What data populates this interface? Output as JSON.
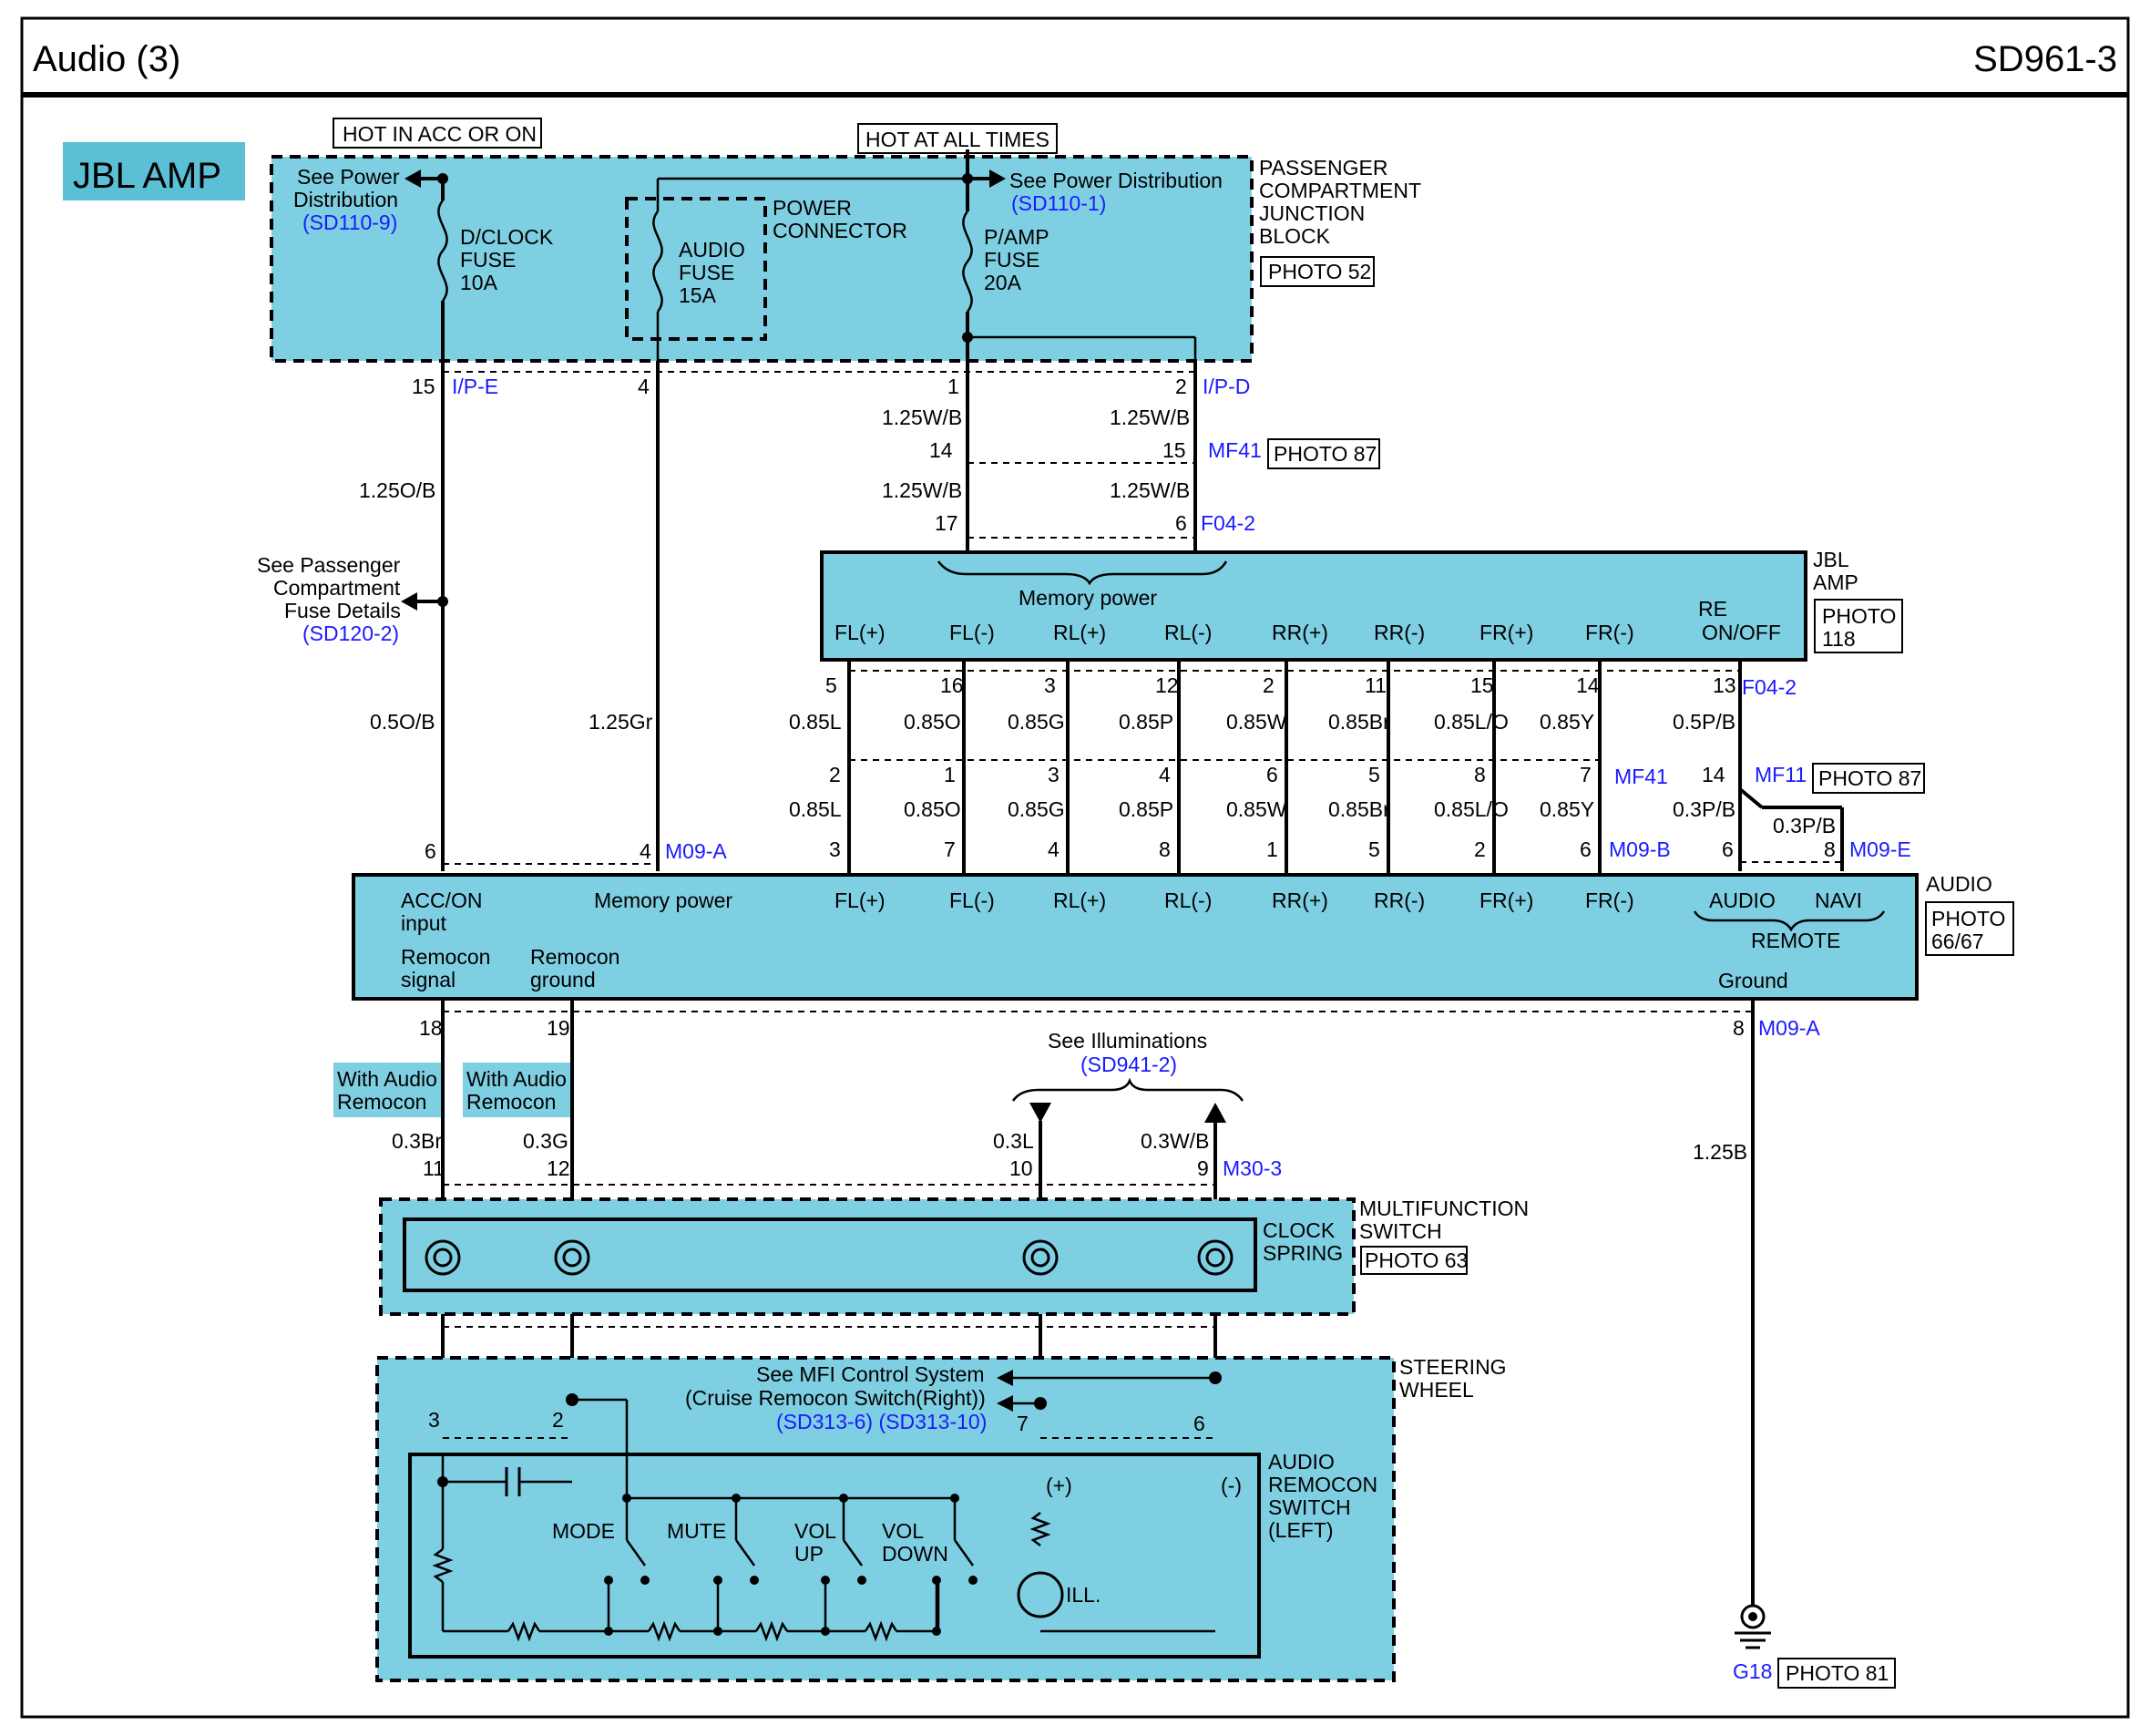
{
  "header": {
    "title": "Audio (3)",
    "code": "SD961-3"
  },
  "variant_badge": "JBL AMP",
  "power_labels": {
    "hot_acc": "HOT IN ACC OR ON",
    "hot_all": "HOT AT ALL TIMES"
  },
  "junction_block": {
    "name_lines": [
      "PASSENGER",
      "COMPARTMENT",
      "JUNCTION",
      "BLOCK"
    ],
    "photo": "PHOTO 52",
    "see_power_left": {
      "lines": [
        "See Power",
        "Distribution"
      ],
      "ref": "(SD110-9)"
    },
    "see_power_right": {
      "text": "See Power Distribution",
      "ref": "(SD110-1)"
    },
    "fuse_dclock": [
      "D/CLOCK",
      "FUSE",
      "10A"
    ],
    "fuse_audio": [
      "AUDIO",
      "FUSE",
      "15A"
    ],
    "power_connector": [
      "POWER",
      "CONNECTOR"
    ],
    "fuse_pamp": [
      "P/AMP",
      "FUSE",
      "20A"
    ],
    "pins": {
      "ip_e": "15",
      "ip_e_name": "I/P-E",
      "audio_pin": "4",
      "ipd_1": "1",
      "ipd_2": "2",
      "ip_d_name": "I/P-D"
    }
  },
  "wires_top": {
    "w1": "1.25W/B",
    "w2": "1.25W/B",
    "w3": "1.25W/B",
    "w4": "1.25W/B",
    "orange": "1.25O/B",
    "orange2": "0.5O/B",
    "gray": "1.25Gr",
    "mf41_pins": [
      "14",
      "15"
    ],
    "mf41": "MF41",
    "mf41_photo": "PHOTO 87",
    "f04_pins": [
      "17",
      "6"
    ],
    "f04": "F04-2"
  },
  "fuse_details": {
    "lines": [
      "See Passenger",
      "Compartment",
      "Fuse Details"
    ],
    "ref": "(SD120-2)"
  },
  "amp": {
    "name_lines": [
      "JBL",
      "AMP"
    ],
    "photo_lines": [
      "PHOTO",
      "118"
    ],
    "memory_power": "Memory power",
    "terminals": [
      "FL(+)",
      "FL(-)",
      "RL(+)",
      "RL(-)",
      "RR(+)",
      "RR(-)",
      "FR(+)",
      "FR(-)"
    ],
    "re_onoff": [
      "RE",
      "ON/OFF"
    ],
    "pins": [
      "5",
      "16",
      "3",
      "12",
      "2",
      "11",
      "15",
      "14",
      "13"
    ],
    "conn": "F04-2"
  },
  "speaker_wires": {
    "colors": [
      "0.85L",
      "0.85O",
      "0.85G",
      "0.85P",
      "0.85W",
      "0.85Br",
      "0.85L/O",
      "0.85Y"
    ],
    "re_wire": "0.5P/B",
    "re_wire2": "0.3P/B",
    "re_wire3": "0.3P/B",
    "mf41_pins": [
      "2",
      "1",
      "3",
      "4",
      "6",
      "5",
      "8",
      "7"
    ],
    "mf41": "MF41",
    "mf11_pin": "14",
    "mf11": "MF11",
    "mf11_photo": "PHOTO 87"
  },
  "audio_unit": {
    "name": "AUDIO",
    "photo_lines": [
      "PHOTO",
      "66/67"
    ],
    "top_pins": [
      "6",
      "4",
      "3",
      "7",
      "4",
      "8",
      "1",
      "5",
      "2",
      "6",
      "6",
      "8"
    ],
    "m09a": "M09-A",
    "m09b": "M09-B",
    "m09e": "M09-E",
    "acc_on": [
      "ACC/ON",
      "input"
    ],
    "memory_power": "Memory power",
    "terminals": [
      "FL(+)",
      "FL(-)",
      "RL(+)",
      "RL(-)",
      "RR(+)",
      "RR(-)",
      "FR(+)",
      "FR(-)"
    ],
    "audio": "AUDIO",
    "navi": "NAVI",
    "remote": "REMOTE",
    "remocon_signal": [
      "Remocon",
      "signal"
    ],
    "remocon_ground": [
      "Remocon",
      "ground"
    ],
    "ground": "Ground",
    "bottom_pins": [
      "18",
      "19",
      "8"
    ],
    "bottom_conn": "M09-A"
  },
  "illumination": {
    "text": "See Illuminations",
    "ref": "(SD941-2)"
  },
  "option_tags": [
    [
      "With Audio",
      "Remocon"
    ],
    [
      "With Audio",
      "Remocon"
    ]
  ],
  "lower_wires": {
    "br": "0.3Br",
    "g": "0.3G",
    "l": "0.3L",
    "wb": "0.3W/B",
    "black": "1.25B",
    "m30_pins": [
      "11",
      "12",
      "10",
      "9"
    ],
    "m30": "M30-3"
  },
  "multifunction": {
    "name_lines": [
      "MULTIFUNCTION",
      "SWITCH"
    ],
    "photo": "PHOTO 63",
    "clock_spring": [
      "CLOCK",
      "SPRING"
    ]
  },
  "steering": {
    "name_lines": [
      "STEERING",
      "WHEEL"
    ],
    "mfi_lines": [
      "See MFI Control System",
      "(Cruise Remocon Switch(Right))"
    ],
    "mfi_ref": "(SD313-6) (SD313-10)",
    "pins": [
      "3",
      "2",
      "7",
      "6"
    ],
    "switch_name": [
      "AUDIO",
      "REMOCON",
      "SWITCH",
      "(LEFT)"
    ],
    "buttons": [
      "MODE",
      "MUTE",
      "VOL",
      "UP",
      "VOL",
      "DOWN"
    ],
    "plus": "(+)",
    "minus": "(-)",
    "ill": "ILL."
  },
  "ground_point": {
    "name": "G18",
    "photo": "PHOTO 81"
  },
  "colors": {
    "block_fill": "#7fcfe3",
    "ref_blue": "#1a1aff"
  }
}
